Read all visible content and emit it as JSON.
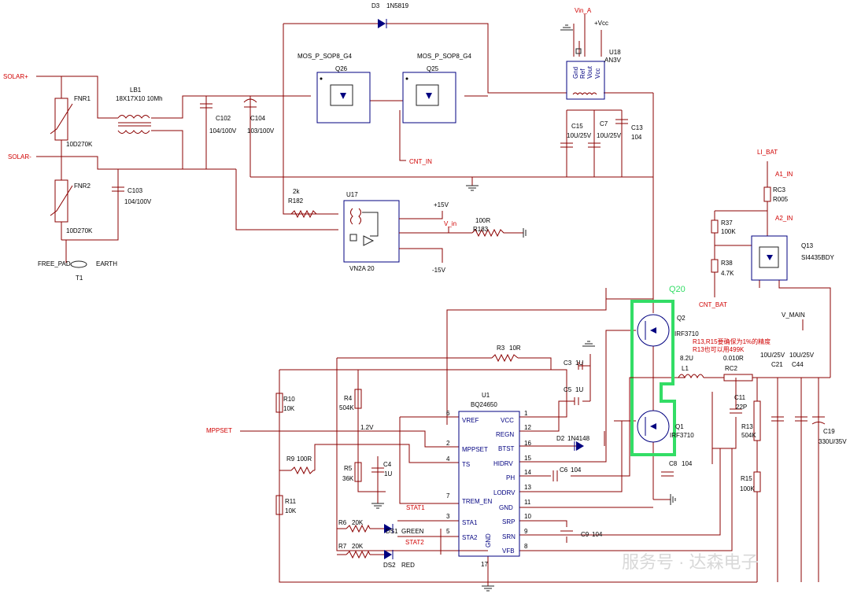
{
  "ports": {
    "solar_pos": "SOLAR+",
    "solar_neg": "SOLAR-",
    "cnt_in": "CNT_IN",
    "li_bat": "LI_BAT",
    "a1_in": "A1_IN",
    "a2_in": "A2_IN",
    "cnt_bat": "CNT_BAT",
    "mppset": "MPPSET",
    "v_main": "V_MAIN",
    "vin_a": "Vin_A",
    "vcc": "+Vcc",
    "pos15": "+15V",
    "neg15": "-15V",
    "v_in": "V_in"
  },
  "components": {
    "fnr1": {
      "ref": "FNR1",
      "value": "10D270K"
    },
    "fnr2": {
      "ref": "FNR2",
      "value": "10D270K"
    },
    "lb1": {
      "ref": "LB1",
      "value": "18X17X10 10Mh"
    },
    "c102": {
      "ref": "C102",
      "value": "104/100V"
    },
    "c104": {
      "ref": "C104",
      "value": "103/100V"
    },
    "c103": {
      "ref": "C103",
      "value": "104/100V"
    },
    "t1": {
      "ref": "T1",
      "pad": "FREE_PAD",
      "net": "EARTH"
    },
    "d3": {
      "ref": "D3",
      "value": "1N5819"
    },
    "q26": {
      "ref": "Q26",
      "part": "MOS_P_SOP8_G4"
    },
    "q25": {
      "ref": "Q25",
      "part": "MOS_P_SOP8_G4"
    },
    "u18": {
      "ref": "U18",
      "value": "AN3V"
    },
    "c15": {
      "ref": "C15",
      "value": "10U/25V"
    },
    "c7": {
      "ref": "C7",
      "value": "10U/25V"
    },
    "c13": {
      "ref": "C13",
      "value": "104"
    },
    "r182": {
      "ref": "R182",
      "value": "2k"
    },
    "u17": {
      "ref": "U17",
      "value": "VN2A 20"
    },
    "r183": {
      "ref": "R183",
      "value": "100R"
    },
    "rc3": {
      "ref": "RC3",
      "value": "R005"
    },
    "r37": {
      "ref": "R37",
      "value": "100K"
    },
    "r38": {
      "ref": "R38",
      "value": "4.7K"
    },
    "q13": {
      "ref": "Q13",
      "value": "SI4435BDY"
    },
    "q2": {
      "ref": "Q2",
      "value": "IRF3710"
    },
    "q1": {
      "ref": "Q1",
      "value": "IRF3710"
    },
    "l1": {
      "ref": "L1",
      "value": "8.2U"
    },
    "rc2": {
      "ref": "RC2",
      "value": "0.010R"
    },
    "c21": {
      "ref": "C21",
      "value": "10U/25V"
    },
    "c44": {
      "ref": "C44",
      "value": "10U/25V"
    },
    "c11": {
      "ref": "C11",
      "value": "22P"
    },
    "r13": {
      "ref": "R13",
      "value": "504K"
    },
    "r15": {
      "ref": "R15",
      "value": "100K"
    },
    "c19": {
      "ref": "C19",
      "value": "330U/35V"
    },
    "c8": {
      "ref": "C8",
      "value": "104"
    },
    "r3": {
      "ref": "R3",
      "value": "10R"
    },
    "c3": {
      "ref": "C3",
      "value": "1U"
    },
    "c5": {
      "ref": "C5",
      "value": "1U"
    },
    "r10": {
      "ref": "R10",
      "value": "10K"
    },
    "r4": {
      "ref": "R4",
      "value": "504K"
    },
    "r9": {
      "ref": "R9",
      "value": "100R"
    },
    "r5": {
      "ref": "R5",
      "value": "36K"
    },
    "c4": {
      "ref": "C4",
      "value": "1U"
    },
    "r11": {
      "ref": "R11",
      "value": "10K"
    },
    "r6": {
      "ref": "R6",
      "value": "20K"
    },
    "r7": {
      "ref": "R7",
      "value": "20K"
    },
    "ds1": {
      "ref": "DS1",
      "value": "GREEN",
      "net": "STAT1"
    },
    "ds2": {
      "ref": "DS2",
      "value": "RED",
      "net": "STAT2"
    },
    "d2": {
      "ref": "D2",
      "value": "1N4148"
    },
    "c6": {
      "ref": "C6",
      "value": "104"
    },
    "c9": {
      "ref": "C9",
      "value": "104"
    },
    "u1": {
      "ref": "U1",
      "value": "BQ24650"
    }
  },
  "u18_pins": [
    "Gnd",
    "Ref",
    "Vout",
    "Vcc"
  ],
  "u1_left_pins": [
    {
      "num": "6",
      "name": "VREF"
    },
    {
      "num": "2",
      "name": "MPPSET"
    },
    {
      "num": "4",
      "name": "TS"
    },
    {
      "num": "7",
      "name": "TREM_EN"
    },
    {
      "num": "3",
      "name": "STA1"
    },
    {
      "num": "5",
      "name": "STA2"
    }
  ],
  "u1_right_pins": [
    {
      "num": "1",
      "name": "VCC"
    },
    {
      "num": "12",
      "name": "REGN"
    },
    {
      "num": "16",
      "name": "BTST"
    },
    {
      "num": "15",
      "name": "HIDRV"
    },
    {
      "num": "14",
      "name": "PH"
    },
    {
      "num": "13",
      "name": "LODRV"
    },
    {
      "num": "11",
      "name": "GND"
    },
    {
      "num": "10",
      "name": "SRP"
    },
    {
      "num": "9",
      "name": "SRN"
    },
    {
      "num": "8",
      "name": "VFB"
    }
  ],
  "u1_gnd": {
    "num": "17",
    "name": "GND"
  },
  "net_labels": {
    "v12": "1.2V"
  },
  "annotations": {
    "q20": "Q20",
    "note_line1": "R13,R15要确保为1%的精度",
    "note_line2": "R13也可以用499K"
  },
  "watermark": "服务号 · 达森电子",
  "colors": {
    "wire": "#8b0000",
    "text": "#000000",
    "port": "#d00000",
    "highlight": "#33dd66",
    "pin": "#000080"
  }
}
